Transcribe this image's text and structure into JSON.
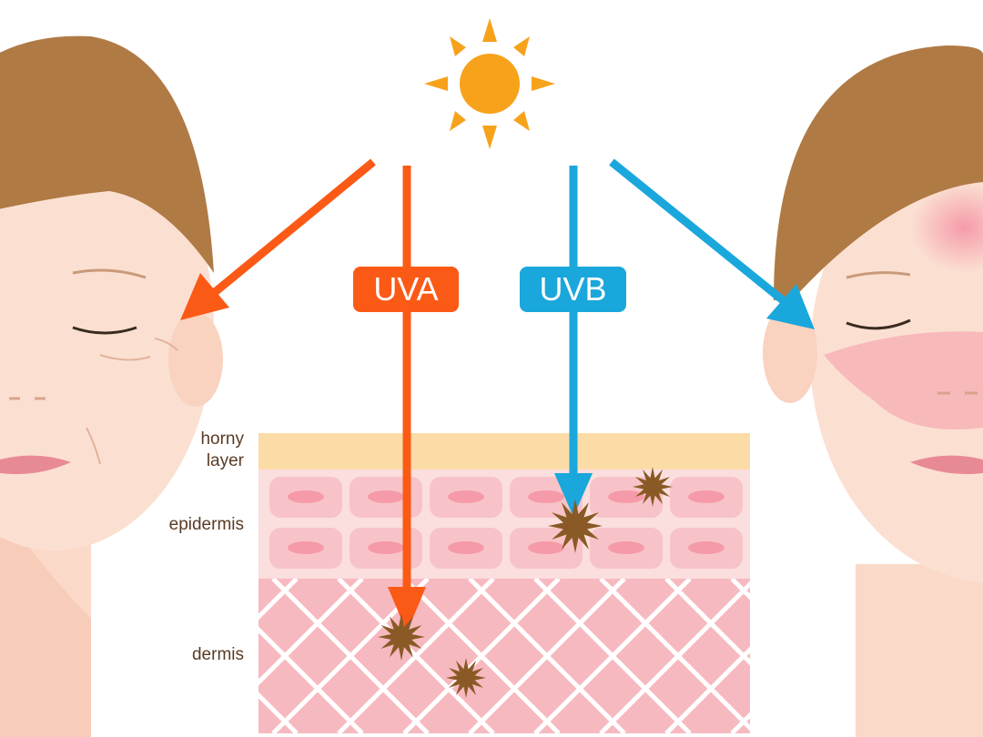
{
  "labels": {
    "horny_line1": "horny",
    "horny_line2": "layer",
    "epidermis": "epidermis",
    "dermis": "dermis"
  },
  "tags": {
    "uva": "UVA",
    "uvb": "UVB"
  },
  "colors": {
    "uva": "#fb5a16",
    "uvb": "#1aa7dc",
    "sun": "#f7a21b",
    "horny": "#fbdca7",
    "epidermis": "#fbdede",
    "cell": "#f8c3c8",
    "nucleus": "#f59aa8",
    "dermis": "#f7b9c0",
    "skin": "#fbe0d2",
    "hair": "#b07a45",
    "damage": "#8a5a26"
  }
}
